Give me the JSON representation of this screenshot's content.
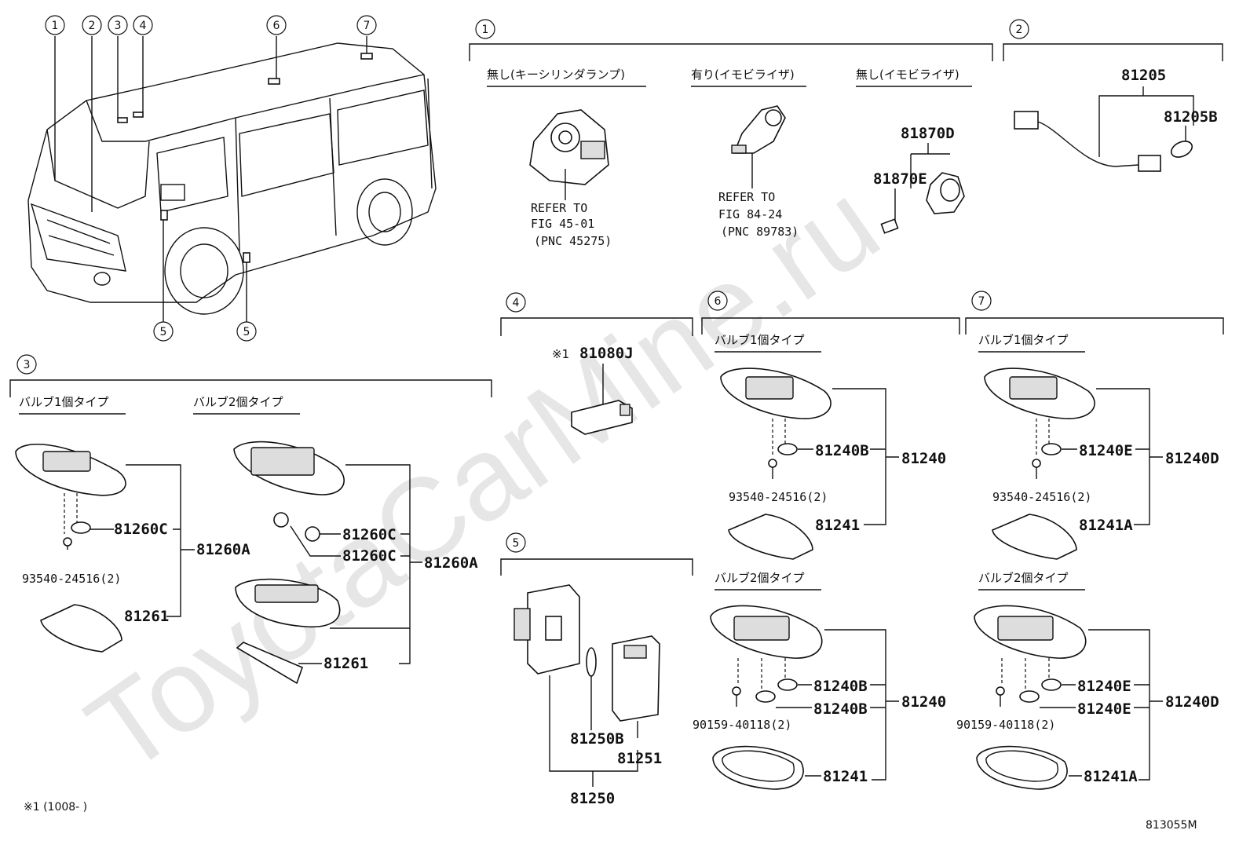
{
  "watermark": "ToyotaCarMine.ru",
  "callouts": [
    "1",
    "2",
    "3",
    "4",
    "5",
    "6",
    "7"
  ],
  "van_callouts": {
    "c1": "1",
    "c2": "2",
    "c3": "3",
    "c4": "4",
    "c5a": "5",
    "c5b": "5",
    "c6": "6",
    "c7": "7"
  },
  "sec1": {
    "callout": "1",
    "labels": [
      "無し(キーシリンダランプ)",
      "有り(イモビライザ)",
      "無し(イモビライザ)"
    ],
    "ref1": {
      "a": "REFER TO",
      "b": "FIG 45-01",
      "c": "(PNC 45275)"
    },
    "ref2": {
      "a": "REFER TO",
      "b": "FIG 84-24",
      "c": "(PNC 89783)"
    },
    "parts": {
      "p81870D": "81870D",
      "p81870E": "81870E"
    }
  },
  "sec2": {
    "callout": "2",
    "parts": {
      "p81205": "81205",
      "p81205B": "81205B"
    }
  },
  "sec3": {
    "callout": "3",
    "labels": [
      "バルブ1個タイプ",
      "バルブ2個タイプ"
    ],
    "parts": {
      "a": "81260C",
      "b": "81260A",
      "c": "93540-24516(2)",
      "d": "81261",
      "e": "81260C",
      "f": "81260C",
      "g": "81260A",
      "h": "81261"
    }
  },
  "sec4": {
    "callout": "4",
    "note_mark": "※1",
    "parts": {
      "a": "81080J"
    }
  },
  "sec5": {
    "callout": "5",
    "parts": {
      "a": "81250B",
      "b": "81251",
      "c": "81250"
    }
  },
  "sec6": {
    "callout": "6",
    "labels": [
      "バルブ1個タイプ",
      "バルブ2個タイプ"
    ],
    "parts": {
      "a": "81240B",
      "b": "81240",
      "c": "93540-24516(2)",
      "d": "81241",
      "e": "81240B",
      "f": "81240B",
      "g": "81240",
      "h": "90159-40118(2)",
      "i": "81241"
    }
  },
  "sec7": {
    "callout": "7",
    "labels": [
      "バルブ1個タイプ",
      "バルブ2個タイプ"
    ],
    "parts": {
      "a": "81240E",
      "b": "81240D",
      "c": "93540-24516(2)",
      "d": "81241A",
      "e": "81240E",
      "f": "81240E",
      "g": "81240D",
      "h": "90159-40118(2)",
      "i": "81241A"
    }
  },
  "footnote": "※1 (1008-      )",
  "figure_id": "813055M"
}
